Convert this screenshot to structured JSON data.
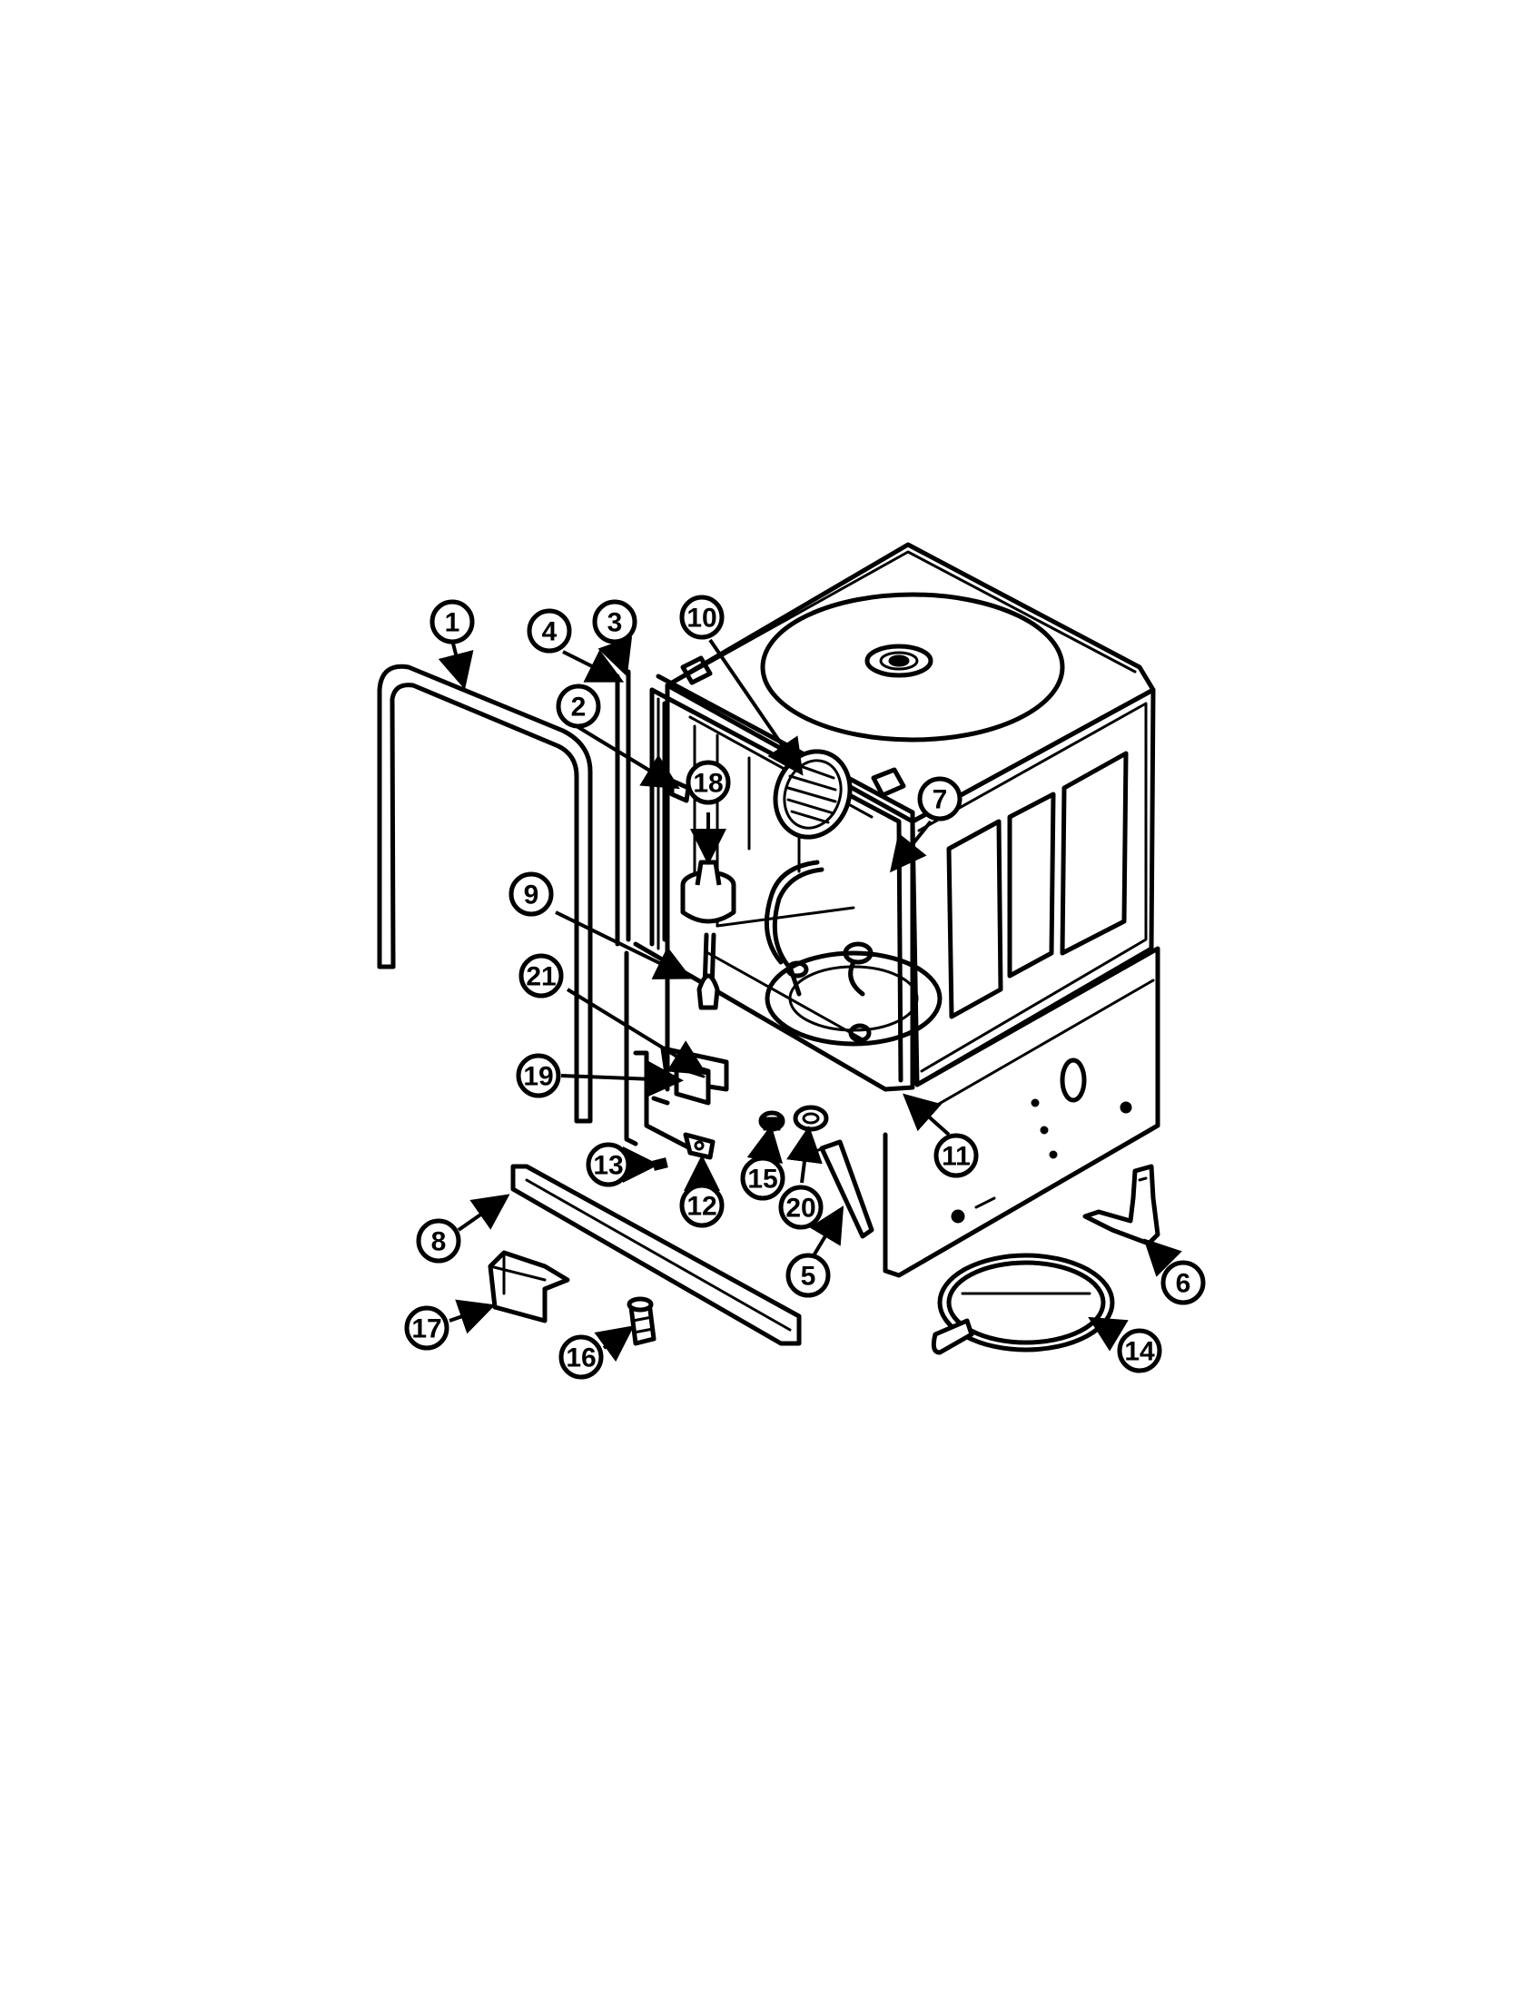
{
  "diagram": {
    "callouts": [
      {
        "label": "1"
      },
      {
        "label": "2"
      },
      {
        "label": "3"
      },
      {
        "label": "4"
      },
      {
        "label": "5"
      },
      {
        "label": "6"
      },
      {
        "label": "7"
      },
      {
        "label": "8"
      },
      {
        "label": "9"
      },
      {
        "label": "10"
      },
      {
        "label": "11"
      },
      {
        "label": "12"
      },
      {
        "label": "13"
      },
      {
        "label": "14"
      },
      {
        "label": "15"
      },
      {
        "label": "16"
      },
      {
        "label": "17"
      },
      {
        "label": "18"
      },
      {
        "label": "19"
      },
      {
        "label": "20"
      },
      {
        "label": "21"
      }
    ]
  }
}
